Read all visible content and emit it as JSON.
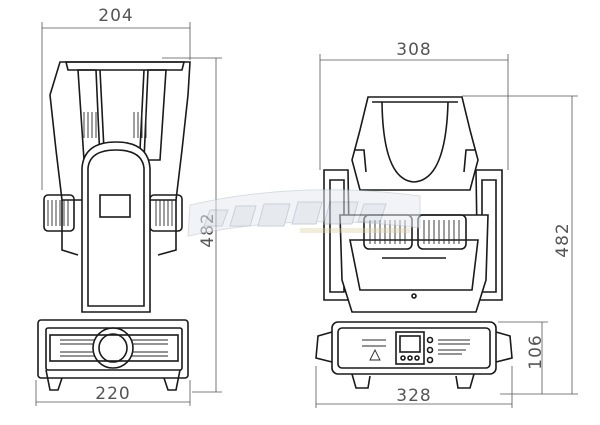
{
  "dimensions": {
    "front_width_top": "204",
    "front_height": "482",
    "front_base_width": "220",
    "side_width_top": "308",
    "side_height": "482",
    "side_base_height": "106",
    "side_base_width": "328"
  },
  "colors": {
    "line": "#1a1a1a",
    "dimension": "#555555",
    "background": "#ffffff"
  }
}
